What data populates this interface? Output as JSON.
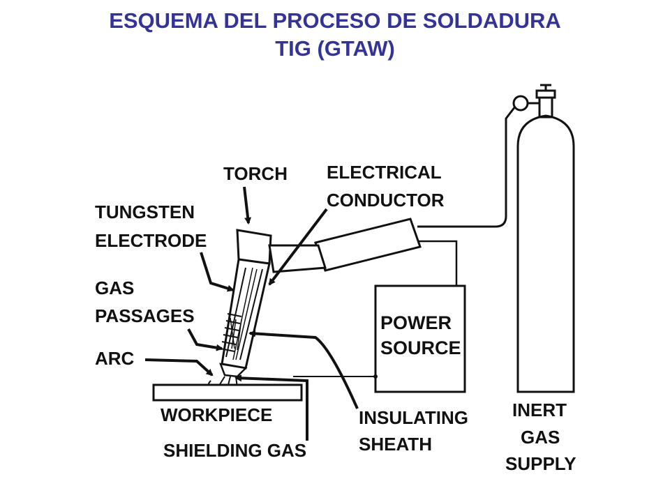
{
  "title": {
    "line1": "ESQUEMA DEL PROCESO DE SOLDADURA",
    "line2": "TIG (GTAW)"
  },
  "labels": {
    "torch": "TORCH",
    "electrical_conductor": [
      "ELECTRICAL",
      "CONDUCTOR"
    ],
    "tungsten_electrode": [
      "TUNGSTEN",
      "ELECTRODE"
    ],
    "gas_passages": [
      "GAS",
      "PASSAGES"
    ],
    "arc": "ARC",
    "workpiece": "WORKPIECE",
    "shielding_gas": "SHIELDING GAS",
    "insulating_sheath": [
      "INSULATING",
      "SHEATH"
    ],
    "power_source": [
      "POWER",
      "SOURCE"
    ],
    "inert_gas_supply": [
      "INERT",
      "GAS",
      "SUPPLY"
    ]
  },
  "colors": {
    "title": "#333399",
    "ink": "#111111"
  }
}
